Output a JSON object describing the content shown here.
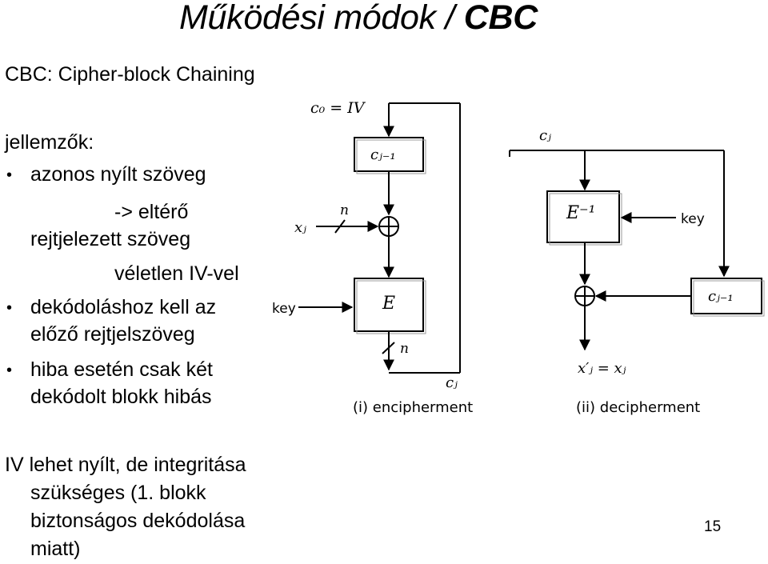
{
  "title": {
    "italic_part": "Működési módok / ",
    "bold_part": "CBC"
  },
  "subtitle": "CBC: Cipher-block Chaining",
  "features_heading": "jellemzők:",
  "bullets": [
    {
      "line1": "azonos nyílt szöveg",
      "line2": "-> eltérő",
      "line3": "rejtjelezett szöveg",
      "line4": "véletlen IV-vel"
    },
    {
      "line1": "dekódoláshoz kell az",
      "line2": "előző rejtjelszöveg"
    },
    {
      "line1": "hiba esetén csak két",
      "line2": "dekódolt blokk hibás"
    }
  ],
  "footer_note": [
    "IV lehet nyílt, de integritása",
    "szükséges (1. blokk",
    "biztonságos dekódolása",
    "miatt)"
  ],
  "page_number": "15",
  "diagram": {
    "c0_iv": "c₀ = IV",
    "cj_prev_left": "cⱼ₋₁",
    "xj": "xⱼ",
    "n_top": "n",
    "key_left": "key",
    "E_label": "E",
    "n_bottom": "n",
    "cj_out": "cⱼ",
    "caption_left": "(i) encipherment",
    "cj_in": "cⱼ",
    "Einv_label": "E⁻¹",
    "key_right": "key",
    "cj_prev_right": "cⱼ₋₁",
    "xj_result": "x′ⱼ = xⱼ",
    "caption_right": "(ii) decipherment"
  }
}
